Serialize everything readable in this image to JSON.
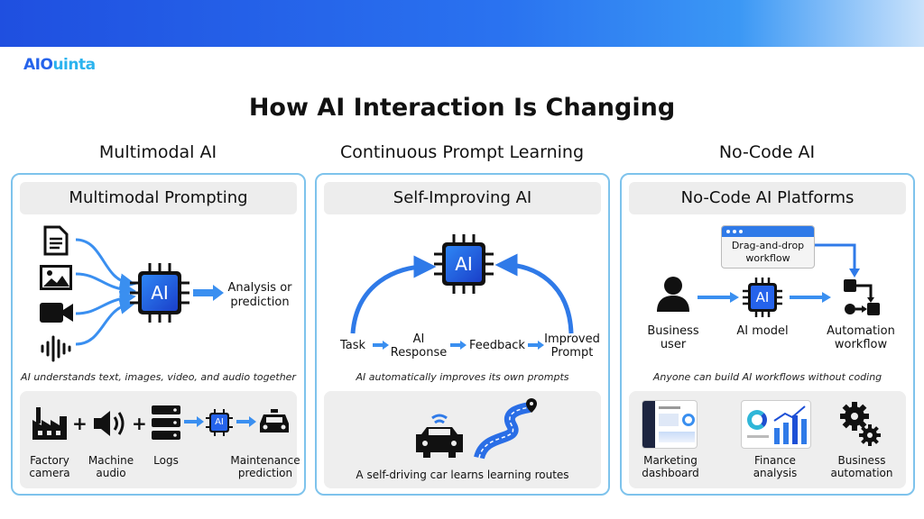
{
  "brand": {
    "name_part1": "AIO",
    "name_part2": "uinta"
  },
  "title": "How AI Interaction Is Changing",
  "columns": [
    {
      "title": "Multimodal AI",
      "panel_header": "Multimodal Prompting",
      "chip_label": "AI",
      "output_label": "Analysis or prediction",
      "caption": "AI understands text, images, video, and audio together",
      "example": {
        "steps": [
          "Factory camera",
          "Machine audio",
          "Logs",
          "Maintenance prediction"
        ],
        "chip_label": "AI",
        "plus": "+"
      }
    },
    {
      "title": "Continuous Prompt Learning",
      "panel_header": "Self-Improving AI",
      "chip_label": "AI",
      "loop": [
        "Task",
        "AI Response",
        "Feedback",
        "Improved Prompt"
      ],
      "caption": "AI automatically improves its own prompts",
      "example_caption": "A self-driving car learns learning routes"
    },
    {
      "title": "No-Code AI",
      "panel_header": "No-Code AI Platforms",
      "chip_label": "AI",
      "drag_drop": "Drag-and-drop workflow",
      "flow": [
        "Business user",
        "AI model",
        "Automation workflow"
      ],
      "caption": "Anyone can build AI workflows without coding",
      "examples": [
        "Marketing dashboard",
        "Finance analysis",
        "Business automation"
      ]
    }
  ],
  "colors": {
    "accent": "#2563eb",
    "panel_border": "#7ec3ec",
    "arrow": "#3a8ff0"
  }
}
